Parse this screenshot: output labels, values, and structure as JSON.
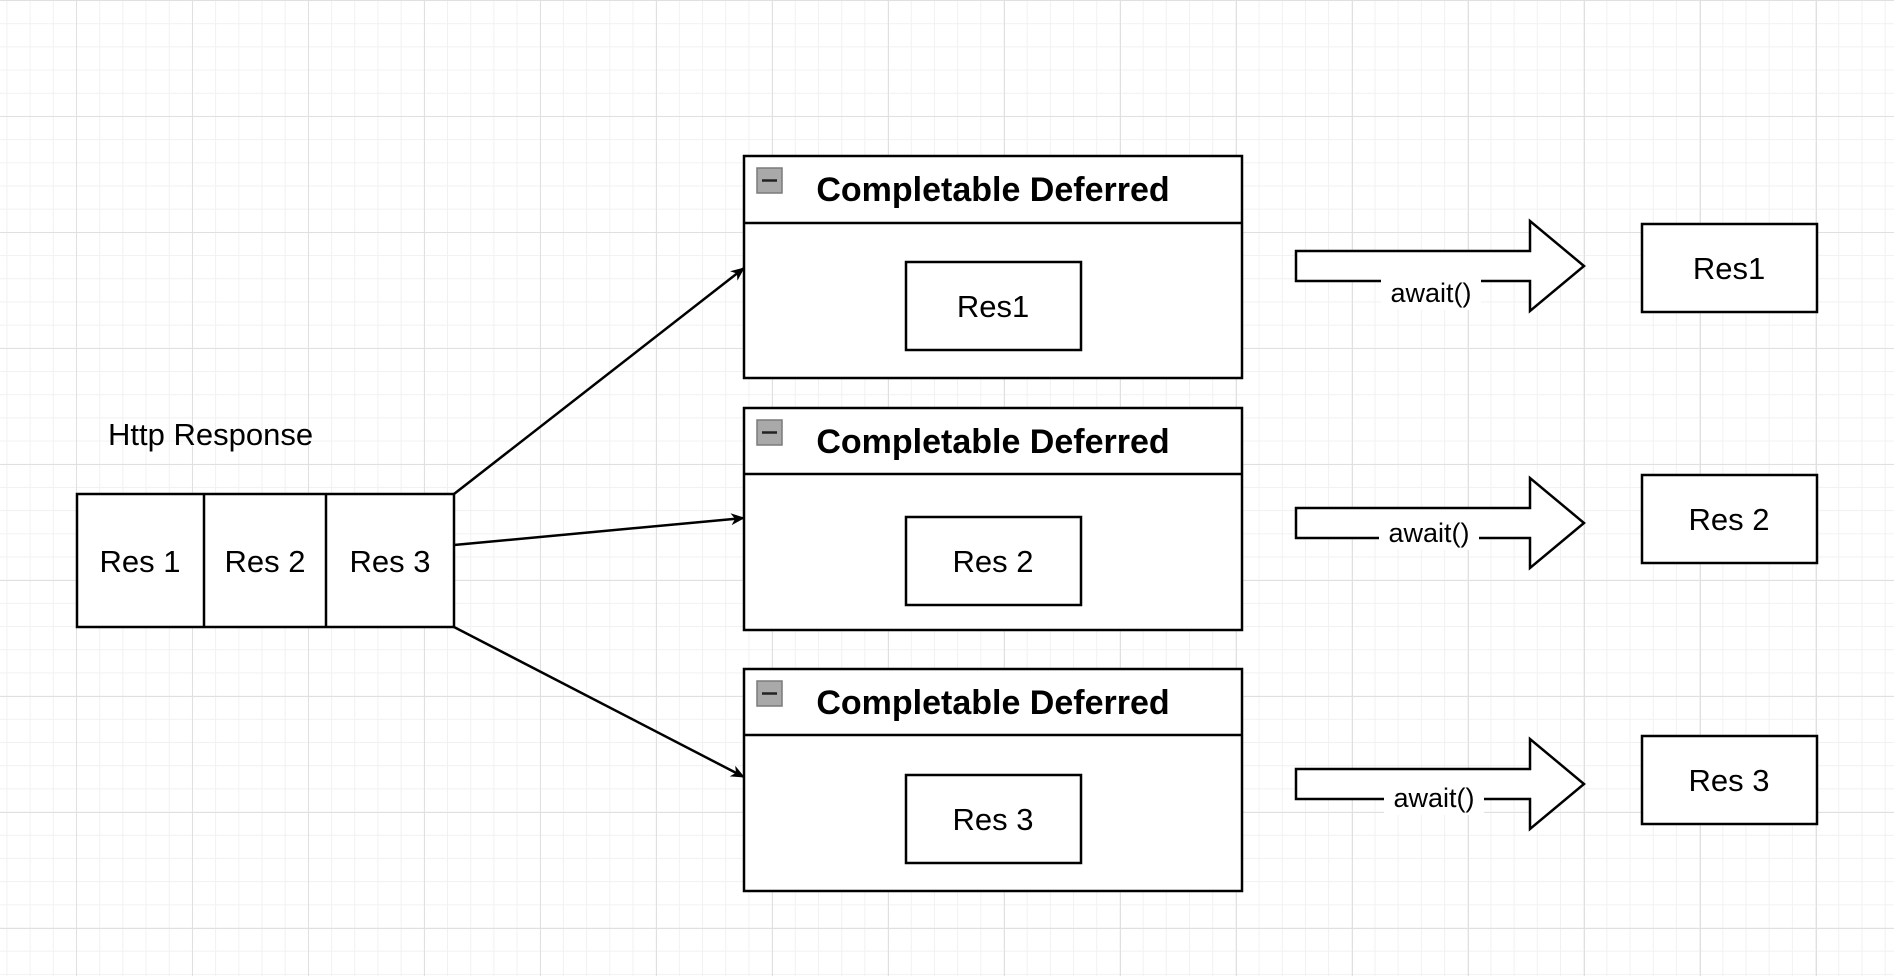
{
  "labels": {
    "http_response": "Http Response"
  },
  "response_segments": [
    "Res 1",
    "Res 2",
    "Res 3"
  ],
  "deferreds": [
    {
      "title": "Completable Deferred",
      "inner": "Res1",
      "await_label": "await()",
      "result": "Res1"
    },
    {
      "title": "Completable Deferred",
      "inner": "Res 2",
      "await_label": "await()",
      "result": "Res 2"
    },
    {
      "title": "Completable Deferred",
      "inner": "Res 3",
      "await_label": "await()",
      "result": "Res 3"
    }
  ],
  "icons": {
    "collapse": "minus-square-icon"
  },
  "colors": {
    "stroke": "#000000",
    "background": "#ffffff",
    "collapse_icon_fill": "#a9a9a9"
  }
}
